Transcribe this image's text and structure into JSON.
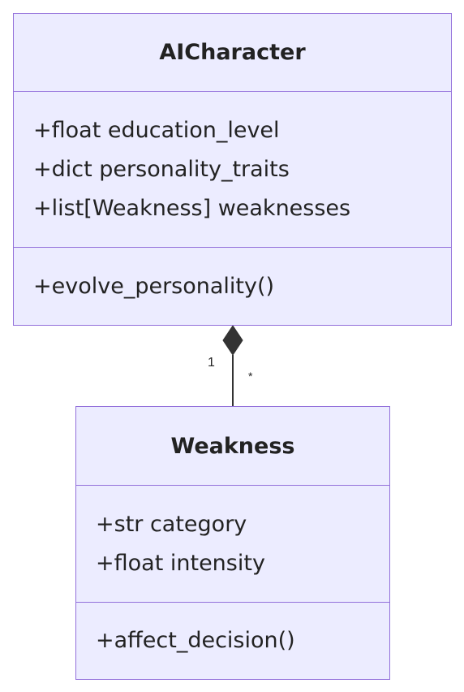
{
  "classes": {
    "ai_character": {
      "name": "AICharacter",
      "attributes": [
        "+float education_level",
        "+dict personality_traits",
        "+list[Weakness] weaknesses"
      ],
      "methods": [
        "+evolve_personality()"
      ]
    },
    "weakness": {
      "name": "Weakness",
      "attributes": [
        "+str category",
        "+float intensity"
      ],
      "methods": [
        "+affect_decision()"
      ]
    }
  },
  "relationship": {
    "type": "composition",
    "source_multiplicity": "1",
    "target_multiplicity": "*"
  },
  "colors": {
    "box_fill": "#ececff",
    "box_border": "#9370db",
    "line": "#333333",
    "text": "#222222"
  }
}
